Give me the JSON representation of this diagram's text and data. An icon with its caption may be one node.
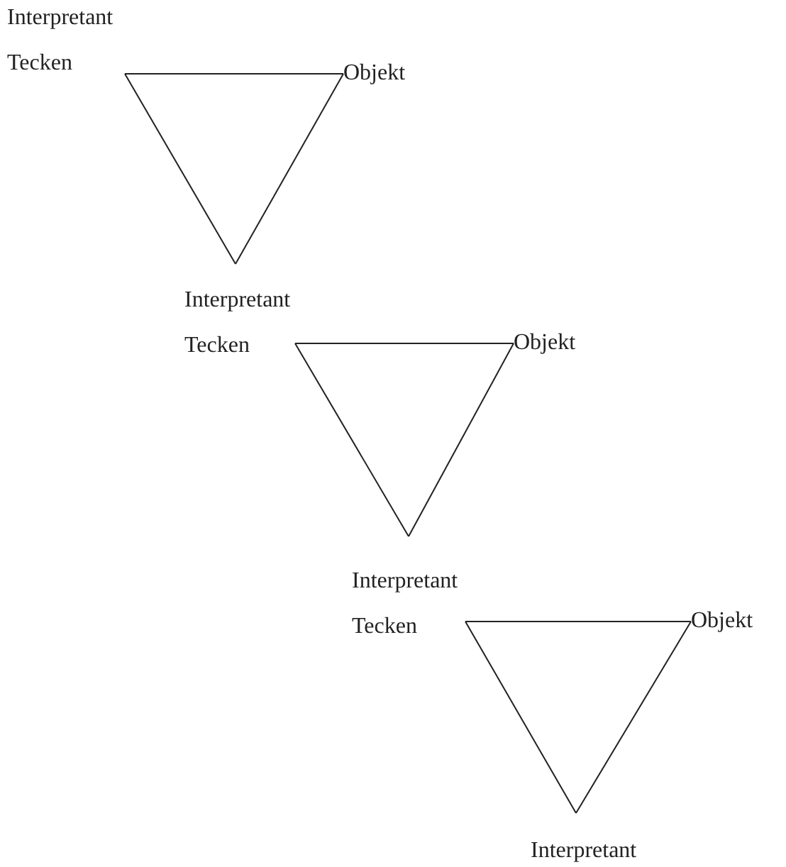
{
  "diagram": {
    "nodes": [
      {
        "text": [
          "Interpretant",
          "Tecken"
        ]
      },
      {
        "text": [
          "Objekt"
        ]
      },
      {
        "text": [
          "Interpretant",
          "Tecken"
        ]
      },
      {
        "text": [
          "Objekt"
        ]
      },
      {
        "text": [
          "Interpretant",
          "Tecken"
        ]
      },
      {
        "text": [
          "Objekt"
        ]
      },
      {
        "text": [
          "Interpretant"
        ]
      }
    ],
    "edges": [
      {
        "from": 0,
        "to": 1,
        "arrow": "none"
      },
      {
        "from": 1,
        "to": 2,
        "arrow": "none"
      },
      {
        "from": 0,
        "to": 2,
        "arrow": "none"
      },
      {
        "from": 2,
        "to": 3,
        "arrow": "none"
      },
      {
        "from": 3,
        "to": 4,
        "arrow": "none"
      },
      {
        "from": 2,
        "to": 4,
        "arrow": "none"
      },
      {
        "from": 4,
        "to": 5,
        "arrow": "none"
      },
      {
        "from": 5,
        "to": 6,
        "arrow": "none"
      },
      {
        "from": 4,
        "to": 6,
        "arrow": "none"
      }
    ]
  }
}
